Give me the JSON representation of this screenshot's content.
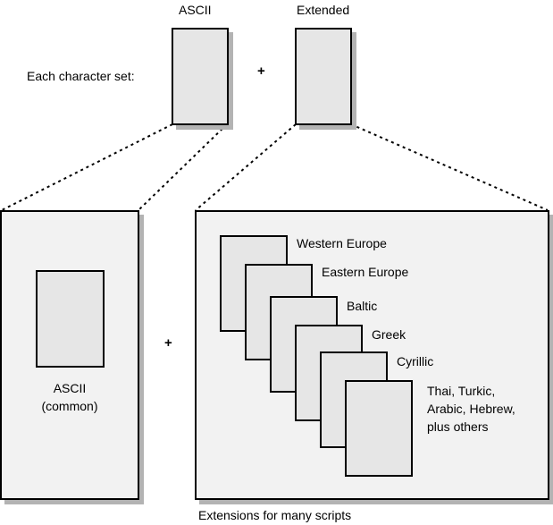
{
  "top": {
    "row_label": "Each character set:",
    "ascii_label": "ASCII",
    "extended_label": "Extended",
    "plus": "+"
  },
  "left_panel": {
    "inner_label_line1": "ASCII",
    "inner_label_line2": "(common)"
  },
  "middle_plus": "+",
  "right_panel": {
    "pages": [
      {
        "label": "Western Europe"
      },
      {
        "label": "Eastern Europe"
      },
      {
        "label": "Baltic"
      },
      {
        "label": "Greek"
      },
      {
        "label": "Cyrillic"
      },
      {
        "label_lines": [
          "Thai, Turkic,",
          "Arabic, Hebrew,",
          "plus others"
        ]
      }
    ],
    "caption": "Extensions for many scripts"
  },
  "colors": {
    "small_box_fill": "#e6e6e6",
    "big_box_fill": "#f2f2f2",
    "shadow": "#b3b3b3",
    "outline": "#000000"
  }
}
